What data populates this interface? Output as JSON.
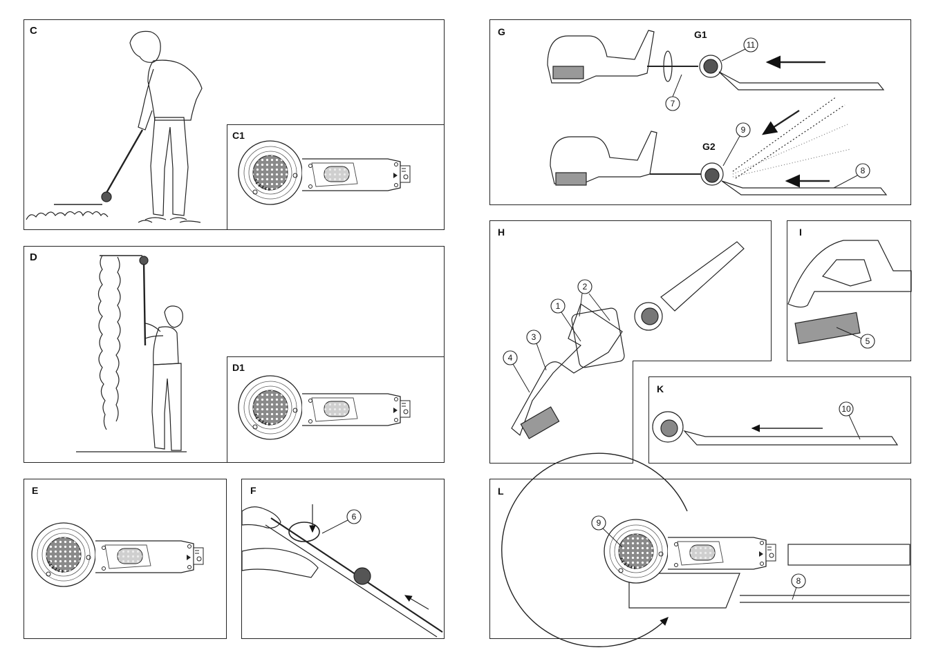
{
  "panels": {
    "C": "C",
    "C1": "C1",
    "D": "D",
    "D1": "D1",
    "E": "E",
    "F": "F",
    "G": "G",
    "G1": "G1",
    "G2": "G2",
    "H": "H",
    "I": "I",
    "K": "K",
    "L": "L"
  },
  "callouts": {
    "c1": "1",
    "c2": "2",
    "c3": "3",
    "c4": "4",
    "c5": "5",
    "c6": "6",
    "c7": "7",
    "c8a": "8",
    "c8b": "8",
    "c9a": "9",
    "c9b": "9",
    "c10": "10",
    "c11": "11"
  }
}
